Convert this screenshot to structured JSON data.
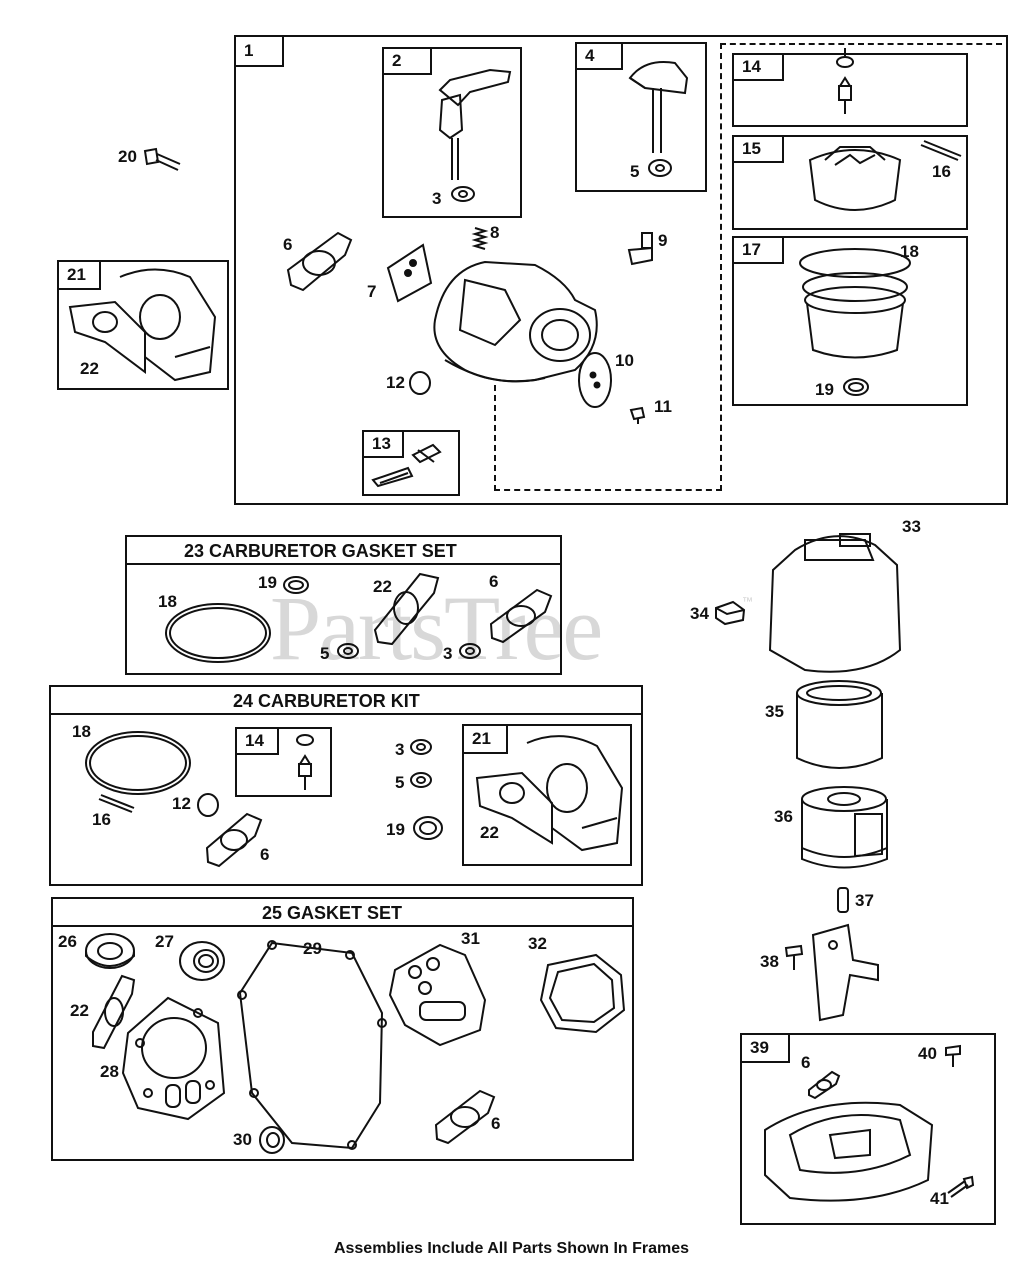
{
  "watermark": "PartsTree",
  "watermark_tm": "™",
  "footer": "Assemblies Include All Parts Shown In Frames",
  "groups": {
    "g23": "23 CARBURETOR GASKET SET",
    "g24": "24 CARBURETOR KIT",
    "g25": "25 GASKET SET"
  },
  "labels": {
    "n1": "1",
    "n2": "2",
    "n3": "3",
    "n4": "4",
    "n5": "5",
    "n6": "6",
    "n7": "7",
    "n8": "8",
    "n9": "9",
    "n10": "10",
    "n11": "11",
    "n12": "12",
    "n13": "13",
    "n14": "14",
    "n15": "15",
    "n16": "16",
    "n17": "17",
    "n18": "18",
    "n19": "19",
    "n20": "20",
    "n21": "21",
    "n22": "22",
    "n26": "26",
    "n27": "27",
    "n28": "28",
    "n29": "29",
    "n30": "30",
    "n31": "31",
    "n32": "32",
    "n33": "33",
    "n34": "34",
    "n35": "35",
    "n36": "36",
    "n37": "37",
    "n38": "38",
    "n39": "39",
    "n40": "40",
    "n41": "41"
  }
}
